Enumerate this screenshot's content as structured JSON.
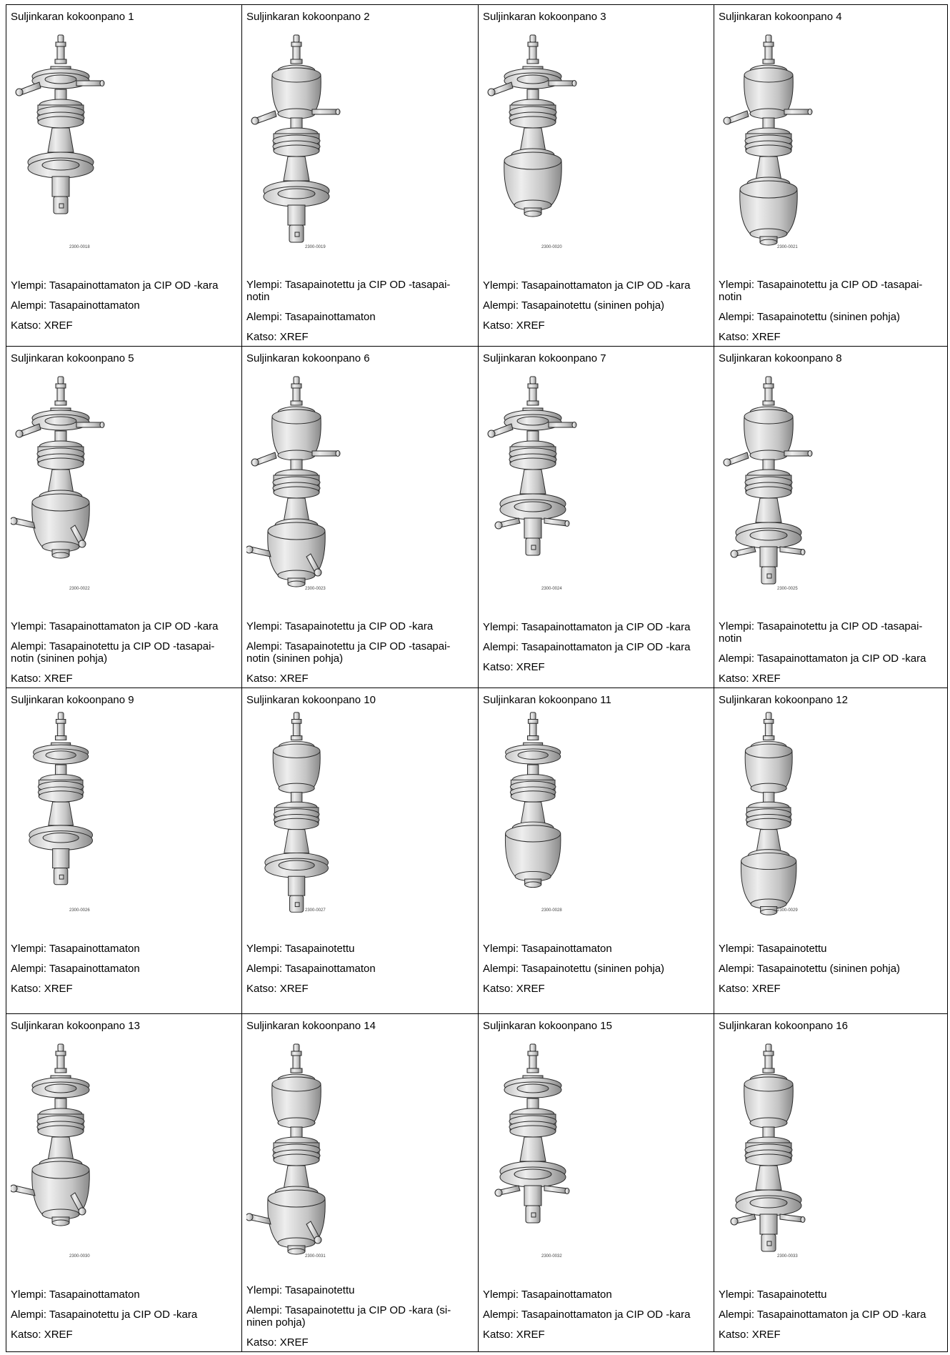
{
  "cells": [
    {
      "title": "Suljinkaran kokoonpano 1",
      "fig_id": "2300-0018",
      "upper": "Ylempi: Tasapainottamaton ja CIP OD -kara",
      "lower": "Alempi: Tasapainottamaton",
      "ref": "Katso: XREF",
      "top_ports": true,
      "top_style": "flat",
      "bottom_style": "flat",
      "bottom_ports": false
    },
    {
      "title": "Suljinkaran kokoonpano 2",
      "fig_id": "2300-0019",
      "upper": "Ylempi: Tasapainotettu ja CIP OD -tasapai-notin",
      "lower": "Alempi: Tasapainottamaton",
      "ref": "Katso: XREF",
      "top_ports": true,
      "top_style": "cup",
      "bottom_style": "flat",
      "bottom_ports": false
    },
    {
      "title": "Suljinkaran kokoonpano 3",
      "fig_id": "2300-0020",
      "upper": "Ylempi: Tasapainottamaton ja CIP OD -kara",
      "lower": "Alempi: Tasapainotettu (sininen pohja)",
      "ref": "Katso: XREF",
      "top_ports": true,
      "top_style": "flat",
      "bottom_style": "cup",
      "bottom_ports": false
    },
    {
      "title": "Suljinkaran kokoonpano 4",
      "fig_id": "2300-0021",
      "upper": "Ylempi: Tasapainotettu ja CIP OD -tasapai-notin",
      "lower": "Alempi: Tasapainotettu (sininen pohja)",
      "ref": "Katso: XREF",
      "top_ports": true,
      "top_style": "cup",
      "bottom_style": "cup",
      "bottom_ports": false
    },
    {
      "title": "Suljinkaran kokoonpano 5",
      "fig_id": "2300-0022",
      "upper": "Ylempi: Tasapainottamaton ja CIP OD -kara",
      "lower": "Alempi: Tasapainotettu ja CIP OD -tasapai-notin (sininen pohja)",
      "ref": "Katso: XREF",
      "top_ports": true,
      "top_style": "flat",
      "bottom_style": "cup",
      "bottom_ports": true
    },
    {
      "title": "Suljinkaran kokoonpano 6",
      "fig_id": "2300-0023",
      "upper": "Ylempi: Tasapainotettu ja CIP OD -kara",
      "lower": "Alempi: Tasapainotettu ja CIP OD -tasapai-notin (sininen pohja)",
      "ref": "Katso: XREF",
      "top_ports": true,
      "top_style": "cup",
      "bottom_style": "cup",
      "bottom_ports": true
    },
    {
      "title": "Suljinkaran kokoonpano 7",
      "fig_id": "2300-0024",
      "upper": "Ylempi: Tasapainottamaton ja CIP OD -kara",
      "lower": "Alempi: Tasapainottamaton ja CIP OD -kara",
      "ref": "Katso: XREF",
      "top_ports": true,
      "top_style": "flat",
      "bottom_style": "flat",
      "bottom_ports": true
    },
    {
      "title": "Suljinkaran kokoonpano 8",
      "fig_id": "2300-0025",
      "upper": "Ylempi: Tasapainotettu ja CIP OD -tasapai-notin",
      "lower": "Alempi: Tasapainottamaton ja CIP OD -kara",
      "ref": "Katso: XREF",
      "top_ports": true,
      "top_style": "cup",
      "bottom_style": "flat",
      "bottom_ports": true
    },
    {
      "title": "Suljinkaran kokoonpano 9",
      "fig_id": "2300-0026",
      "upper": "Ylempi: Tasapainottamaton",
      "lower": "Alempi: Tasapainottamaton",
      "ref": "Katso: XREF",
      "top_ports": false,
      "top_style": "flat",
      "bottom_style": "flat",
      "bottom_ports": false
    },
    {
      "title": "Suljinkaran kokoonpano 10",
      "fig_id": "2300-0027",
      "upper": "Ylempi: Tasapainotettu",
      "lower": "Alempi: Tasapainottamaton",
      "ref": "Katso: XREF",
      "top_ports": false,
      "top_style": "cup",
      "bottom_style": "flat",
      "bottom_ports": false
    },
    {
      "title": "Suljinkaran kokoonpano 11",
      "fig_id": "2300-0028",
      "upper": "Ylempi: Tasapainottamaton",
      "lower": "Alempi: Tasapainotettu (sininen pohja)",
      "ref": "Katso: XREF",
      "top_ports": false,
      "top_style": "flat",
      "bottom_style": "cup",
      "bottom_ports": false
    },
    {
      "title": "Suljinkaran kokoonpano 12",
      "fig_id": "2300-0029",
      "upper": "Ylempi: Tasapainotettu",
      "lower": "Alempi: Tasapainotettu (sininen pohja)",
      "ref": "Katso: XREF",
      "top_ports": false,
      "top_style": "cup",
      "bottom_style": "cup",
      "bottom_ports": false
    },
    {
      "title": "Suljinkaran kokoonpano 13",
      "fig_id": "2300-0030",
      "upper": "Ylempi: Tasapainottamaton",
      "lower": "Alempi: Tasapainotettu ja CIP OD -kara",
      "ref": "Katso: XREF",
      "top_ports": false,
      "top_style": "flat",
      "bottom_style": "cup",
      "bottom_ports": true
    },
    {
      "title": "Suljinkaran kokoonpano 14",
      "fig_id": "2300-0031",
      "upper": "Ylempi: Tasapainotettu",
      "lower": "Alempi: Tasapainotettu ja CIP OD -kara (si-ninen pohja)",
      "ref": "Katso: XREF",
      "top_ports": false,
      "top_style": "cup",
      "bottom_style": "cup",
      "bottom_ports": true
    },
    {
      "title": "Suljinkaran kokoonpano 15",
      "fig_id": "2300-0032",
      "upper": "Ylempi: Tasapainottamaton",
      "lower": "Alempi: Tasapainottamaton ja CIP OD -kara",
      "ref": "Katso: XREF",
      "top_ports": false,
      "top_style": "flat",
      "bottom_style": "flat",
      "bottom_ports": true
    },
    {
      "title": "Suljinkaran kokoonpano 16",
      "fig_id": "2300-0033",
      "upper": "Ylempi: Tasapainotettu",
      "lower": "Alempi: Tasapainottamaton ja CIP OD -kara",
      "ref": "Katso: XREF",
      "top_ports": false,
      "top_style": "cup",
      "bottom_style": "flat",
      "bottom_ports": true
    }
  ],
  "colors": {
    "metal_light": "#eeeeee",
    "metal_mid": "#c4c4c4",
    "metal_dark": "#8a8a8a",
    "outline": "#2a2a2a",
    "border": "#000000"
  }
}
